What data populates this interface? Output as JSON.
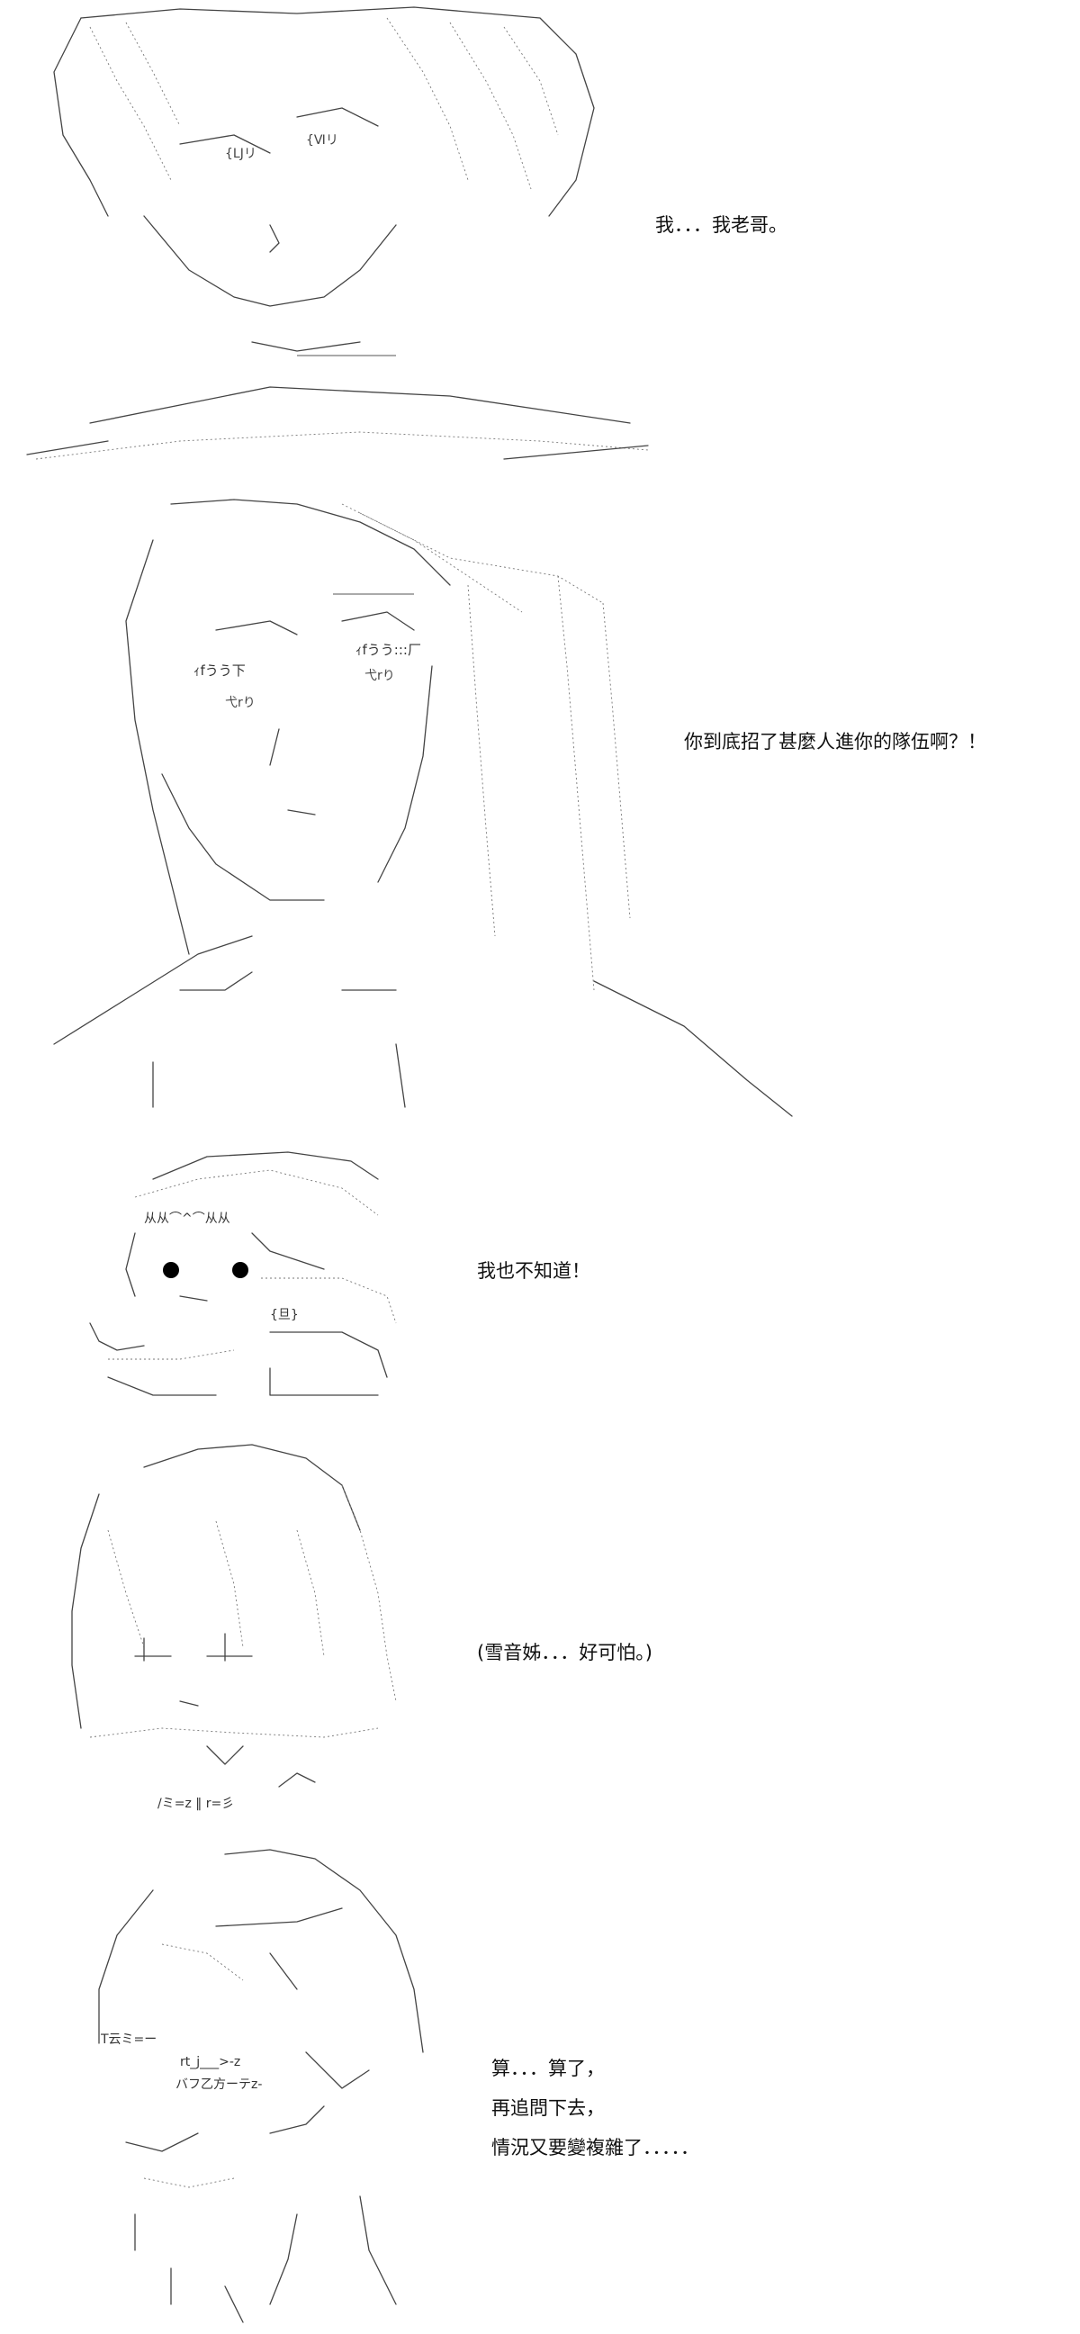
{
  "panels": [
    {
      "id": "panel-1",
      "lines": [
        "我．．．我老哥。"
      ]
    },
    {
      "id": "panel-2",
      "lines": [
        "你到底招了甚麼人進你的隊伍啊？！"
      ]
    },
    {
      "id": "panel-3",
      "lines": [
        "我也不知道！"
      ]
    },
    {
      "id": "panel-4",
      "lines": [
        "(雪音姊．．．好可怕。)"
      ]
    },
    {
      "id": "panel-5",
      "lines": [
        "算．．．算了，",
        "再追問下去，",
        "情況又要變複雜了．．．．．"
      ]
    }
  ],
  "art_labels": {
    "p2_face_eye_left": "ｨfうう下",
    "p2_face_eye_right": "ｨfうう:::厂",
    "p2_face_mark_left": "弋rり",
    "p2_face_mark_right": "弋rり",
    "p3_hair": "从从⌒^⌒从从",
    "p3_mouth": "{旦}",
    "p4_bottom": "/ミ=z ‖ r=彡",
    "p5_face": "T云ミ=ー",
    "p5_mouth": "rt_j___>-z",
    "p5_mark": "バフ乙方ーテz-"
  },
  "colors": {
    "background": "#ffffff",
    "text": "#111111",
    "art_stroke": "#444444"
  }
}
